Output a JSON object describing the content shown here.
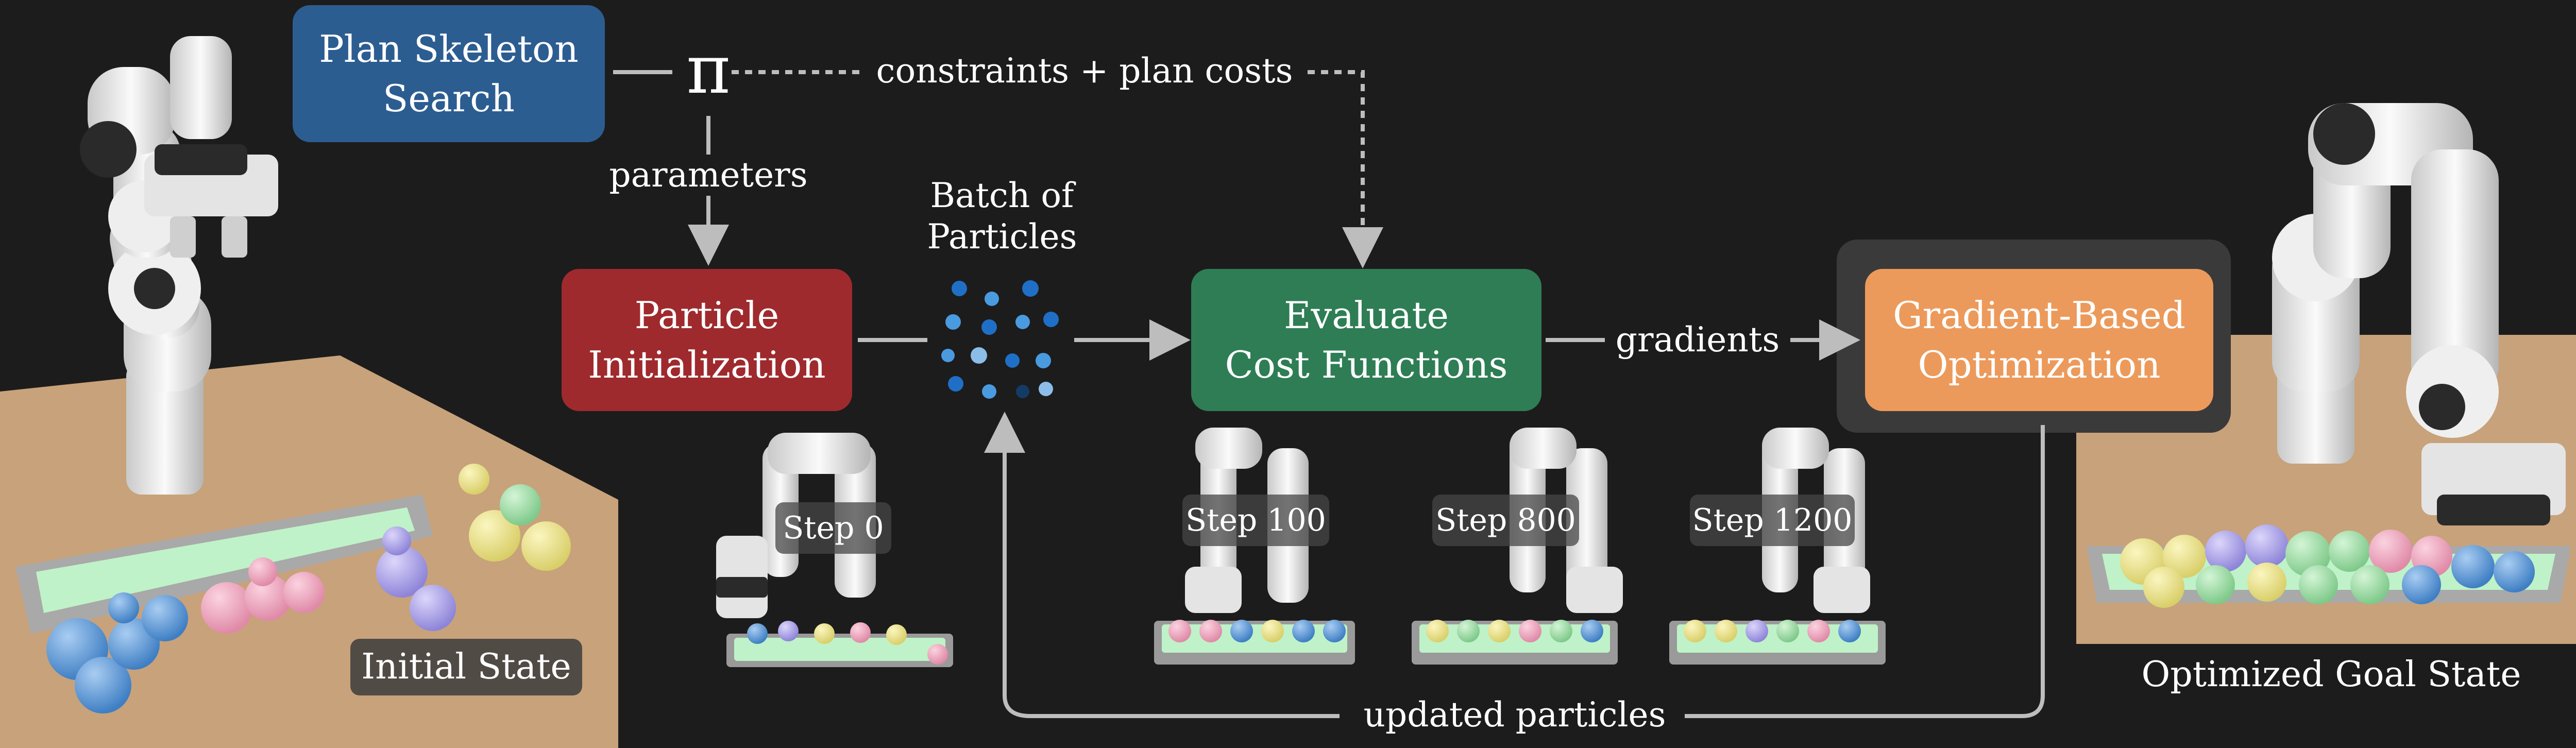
{
  "colors": {
    "background": "#1c1c1c",
    "plan_box": "#2c5d91",
    "particle_box": "#9e2a2d",
    "evaluate_box": "#2e7d55",
    "gradient_box": "#ec9a5b",
    "gradient_halo": "#3a3a3a",
    "arrow": "#bdbdbd",
    "table": "#c8a27a",
    "particle_dots": [
      "#1f6fc7",
      "#4a9ae0",
      "#8bbde8",
      "#143a66"
    ]
  },
  "boxes": {
    "plan_skeleton": "Plan Skeleton\nSearch",
    "particle_init": "Particle\nInitialization",
    "evaluate_cost": "Evaluate\nCost Functions",
    "gradient_opt": "Gradient-Based\nOptimization"
  },
  "symbols": {
    "pi": "π"
  },
  "labels": {
    "constraints": "constraints + plan costs",
    "parameters": "parameters",
    "batch": "Batch of\nParticles",
    "gradients": "gradients",
    "updated": "updated particles"
  },
  "steps": [
    "Step 0",
    "Step 100",
    "Step 800",
    "Step 1200"
  ],
  "states": {
    "initial": "Initial State",
    "goal": "Optimized Goal State"
  },
  "icons": [
    "robot-arm-icon",
    "ball-tray-icon"
  ]
}
